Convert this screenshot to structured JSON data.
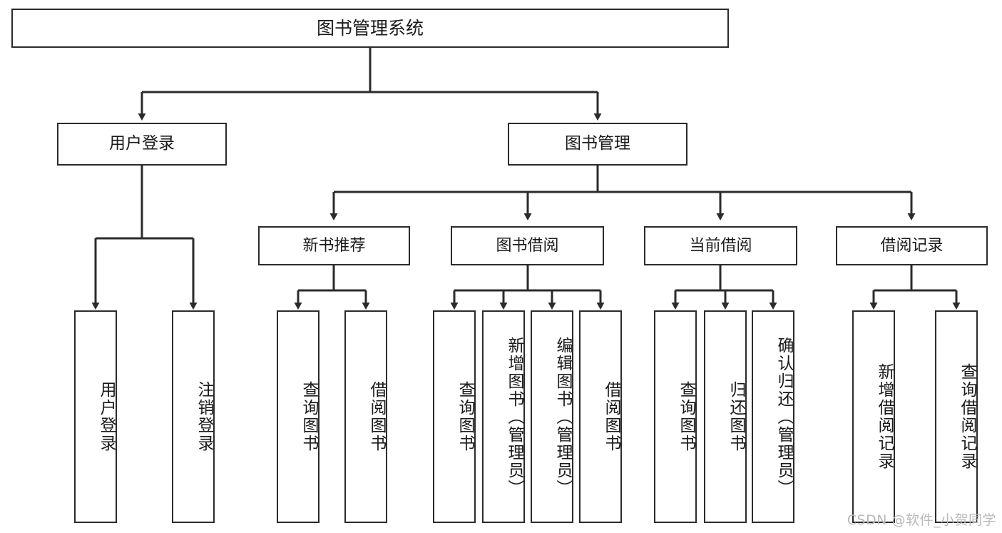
{
  "diagram": {
    "title": "图书管理系统",
    "watermark": "CSDN @软件_小贺同学",
    "nodes": {
      "root": {
        "label": "图书管理系统"
      },
      "level1": [
        {
          "id": "user-login",
          "label": "用户登录"
        },
        {
          "id": "book-management",
          "label": "图书管理"
        }
      ],
      "level2": [
        {
          "id": "new-book-recommend",
          "label": "新书推荐"
        },
        {
          "id": "book-borrow",
          "label": "图书借阅"
        },
        {
          "id": "current-borrow",
          "label": "当前借阅"
        },
        {
          "id": "borrow-record",
          "label": "借阅记录"
        }
      ],
      "leaves": {
        "user_login": [
          {
            "id": "leaf-user-login",
            "label": "用户登录"
          },
          {
            "id": "leaf-logout-login",
            "label": "注销登录"
          }
        ],
        "new_book_recommend": [
          {
            "id": "leaf-query-book-1",
            "label": "查询图书"
          },
          {
            "id": "leaf-borrow-book-1",
            "label": "借阅图书"
          }
        ],
        "book_borrow": [
          {
            "id": "leaf-query-book-2",
            "label": "查询图书"
          },
          {
            "id": "leaf-add-book-admin",
            "label": "新增图书（管理员）"
          },
          {
            "id": "leaf-edit-book-admin",
            "label": "编辑图书（管理员）"
          },
          {
            "id": "leaf-borrow-book-2",
            "label": "借阅图书"
          }
        ],
        "current_borrow": [
          {
            "id": "leaf-query-book-3",
            "label": "查询图书"
          },
          {
            "id": "leaf-return-book",
            "label": "归还图书"
          },
          {
            "id": "leaf-confirm-return-admin",
            "label": "确认归还（管理员）"
          }
        ],
        "borrow_record": [
          {
            "id": "leaf-add-borrow-record",
            "label": "新增借阅记录"
          },
          {
            "id": "leaf-query-borrow-record",
            "label": "查询借阅记录"
          }
        ]
      }
    },
    "colors": {
      "background": "#ffffff",
      "box_border": "#2b2b2b",
      "box_fill": "#ffffff",
      "connector": "#2b2b2b",
      "text": "#1a1a1a",
      "watermark": "#b9b9b9"
    }
  }
}
